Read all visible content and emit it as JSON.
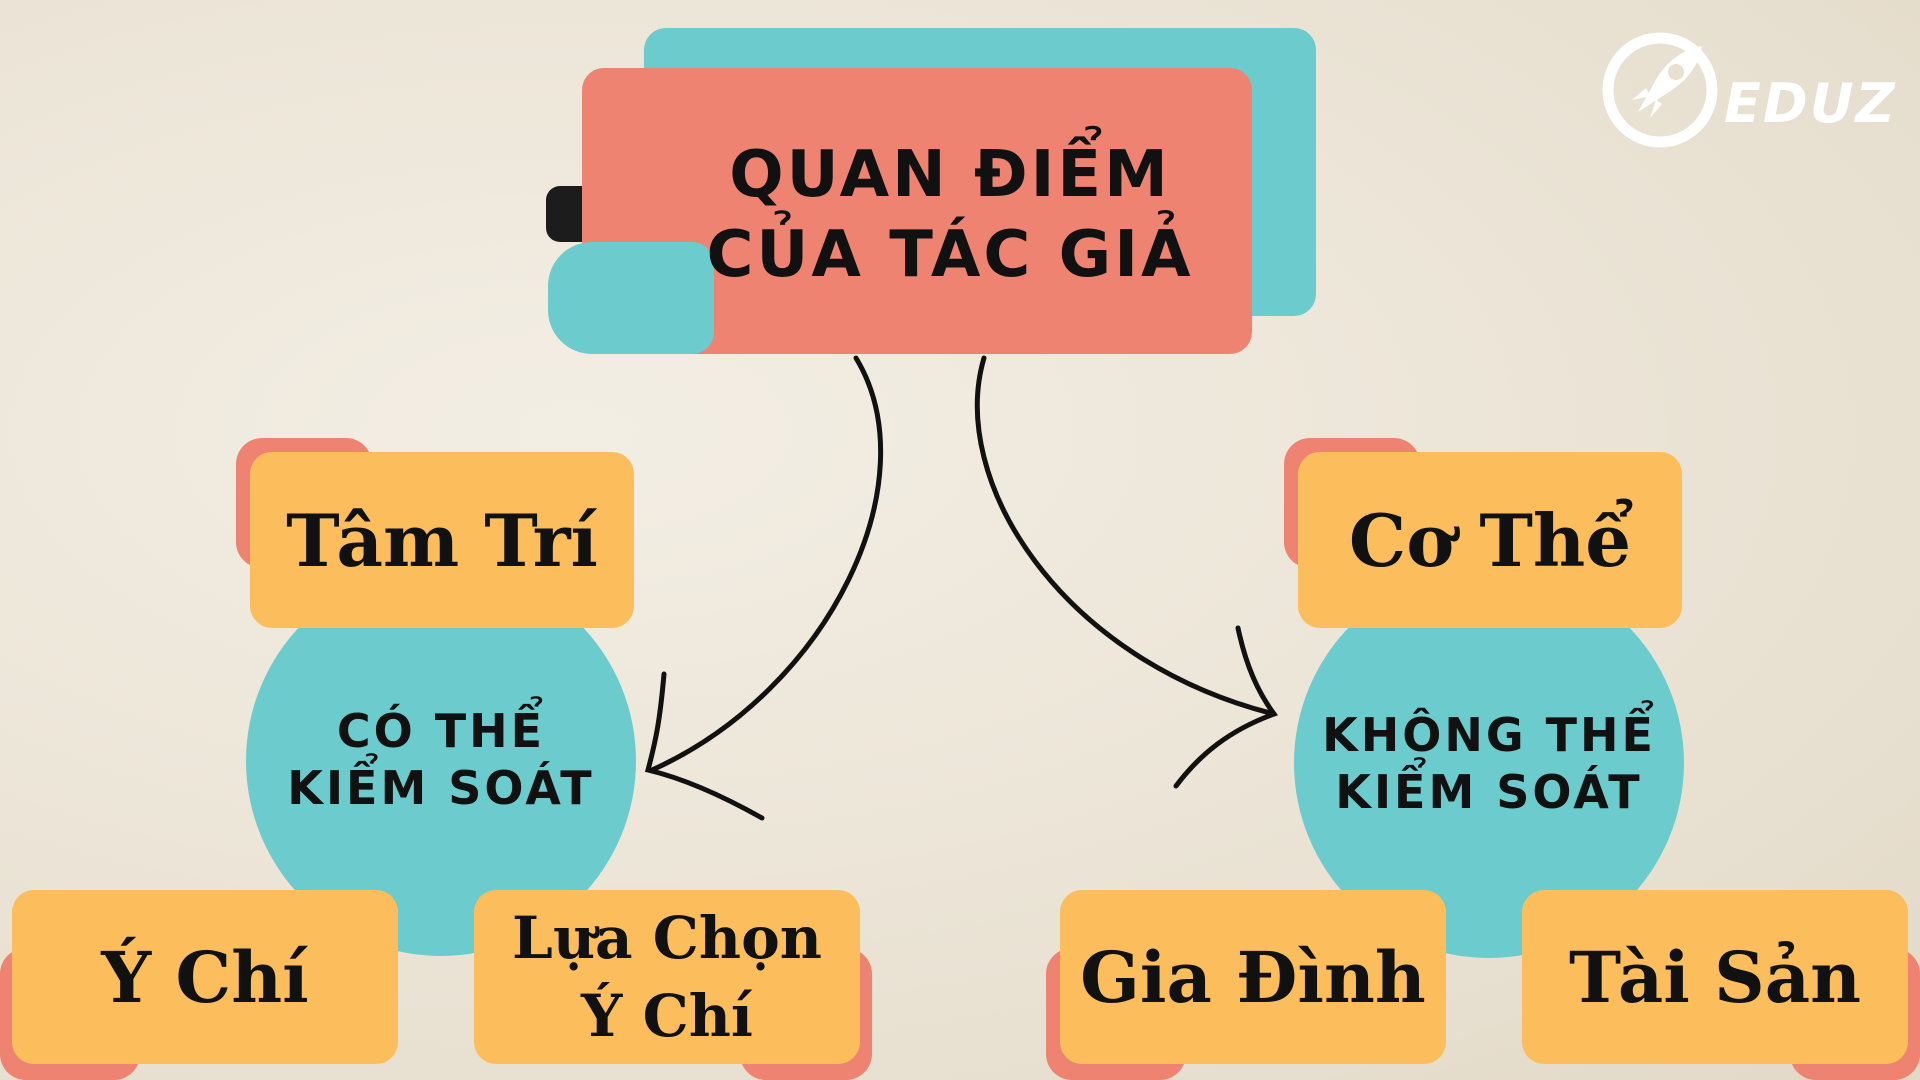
{
  "title": {
    "line1": "QUAN ĐIỂM",
    "line2": "CỦA TÁC GIẢ"
  },
  "left": {
    "top_label": "Tâm Trí",
    "circle_label": "CÓ THỂ\nKIỂM SOÁT",
    "bottom_left": "Ý Chí",
    "bottom_right": "Lựa Chọn\nÝ Chí"
  },
  "right": {
    "top_label": "Cơ Thể",
    "circle_label": "KHÔNG THỂ\nKIỂM SOÁT",
    "bottom_left": "Gia Đình",
    "bottom_right": "Tài Sản"
  },
  "logo": {
    "text": "EDUZ",
    "icon": "rocket-icon"
  },
  "colors": {
    "teal": "#6ccbcd",
    "coral": "#ef8371",
    "amber": "#fcbe5c",
    "ink": "#111111"
  }
}
